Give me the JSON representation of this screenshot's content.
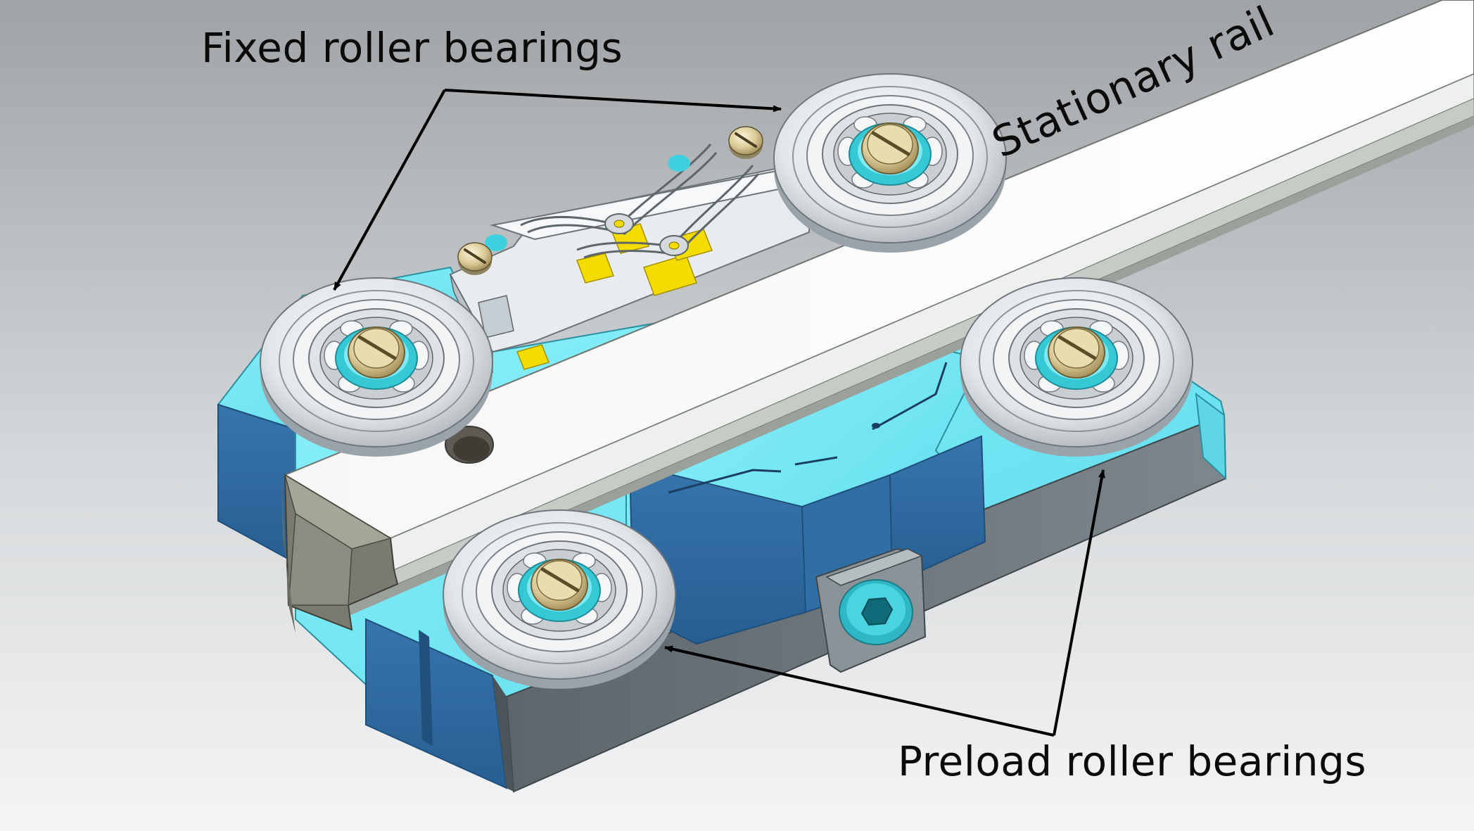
{
  "labels": {
    "fixed": "Fixed roller bearings",
    "preload": "Preload roller bearings",
    "rail": "Stationary rail"
  },
  "colors": {
    "background_top": "#9fa3a6",
    "background_bottom": "#f4f5f6",
    "carriage_cyan": "#6fe8f5",
    "carriage_blue": "#2d6aa0",
    "rail_white": "#ffffff",
    "rail_side": "#8a8a80",
    "bearing_silver": "#cfd4d8",
    "screw_brass": "#d8c79a",
    "spring_silver": "#b9c2c8",
    "contact_yellow": "#f4dc00",
    "arrow": "#000000"
  },
  "icons": [
    "roller-bearing",
    "adjustment-screw",
    "hex-socket-bolt",
    "leaf-spring-contact"
  ]
}
